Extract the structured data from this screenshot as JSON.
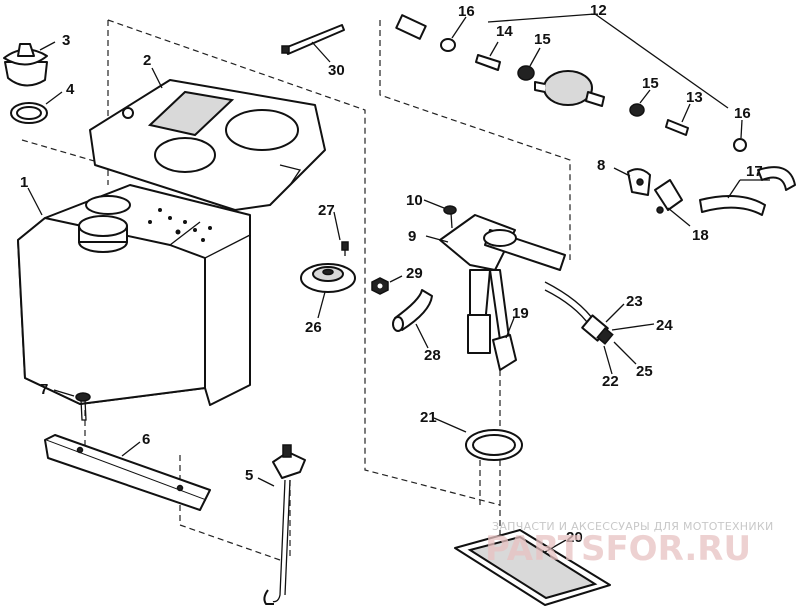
{
  "labels": {
    "p1": "1",
    "p2": "2",
    "p3": "3",
    "p4": "4",
    "p5": "5",
    "p6": "6",
    "p7": "7",
    "p8": "8",
    "p9": "9",
    "p10": "10",
    "p12": "12",
    "p13": "13",
    "p14": "14",
    "p15a": "15",
    "p15b": "15",
    "p16a": "16",
    "p16b": "16",
    "p17": "17",
    "p18": "18",
    "p19": "19",
    "p20": "20",
    "p21": "21",
    "p22": "22",
    "p23": "23",
    "p24": "24",
    "p25": "25",
    "p26": "26",
    "p27": "27",
    "p28": "28",
    "p29": "29",
    "p30": "30"
  },
  "watermark": {
    "caption": "ЗАПЧАСТИ И АКСЕССУАРЫ ДЛЯ МОТОТЕХНИКИ",
    "logo": "PARTSFOR.RU"
  }
}
